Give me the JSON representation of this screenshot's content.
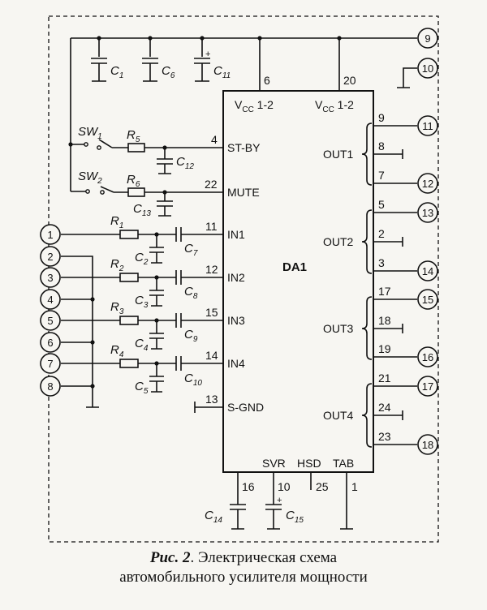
{
  "chip": {
    "name": "DA1",
    "vcc_left": "V",
    "vcc_left_sub": "CC",
    "vcc_left_rest": " 1-2",
    "vcc_right": "V",
    "vcc_right_sub": "CC",
    "vcc_right_rest": " 1-2",
    "pin_labels": {
      "stby": "ST-BY",
      "mute": "MUTE",
      "in1": "IN1",
      "in2": "IN2",
      "in3": "IN3",
      "in4": "IN4",
      "sgnd": "S-GND",
      "out1": "OUT1",
      "out2": "OUT2",
      "out3": "OUT3",
      "out4": "OUT4",
      "svr": "SVR",
      "hsd": "HSD",
      "tab": "TAB"
    },
    "pin_numbers": {
      "p6": "6",
      "p20": "20",
      "p4": "4",
      "p22": "22",
      "p11": "11",
      "p12": "12",
      "p15": "15",
      "p14": "14",
      "p13": "13",
      "p9": "9",
      "p8": "8",
      "p7": "7",
      "p5": "5",
      "p2": "2",
      "p3": "3",
      "p17": "17",
      "p18": "18",
      "p19": "19",
      "p21": "21",
      "p24": "24",
      "p23": "23",
      "p16": "16",
      "p10": "10",
      "p25": "25",
      "p1": "1"
    }
  },
  "components": {
    "c1": "C",
    "c1_sub": "1",
    "c6": "C",
    "c6_sub": "6",
    "c11": "C",
    "c11_sub": "11",
    "c12": "C",
    "c12_sub": "12",
    "c13": "C",
    "c13_sub": "13",
    "c2": "C",
    "c2_sub": "2",
    "c3": "C",
    "c3_sub": "3",
    "c4": "C",
    "c4_sub": "4",
    "c5": "C",
    "c5_sub": "5",
    "c7": "C",
    "c7_sub": "7",
    "c8": "C",
    "c8_sub": "8",
    "c9": "C",
    "c9_sub": "9",
    "c10": "C",
    "c10_sub": "10",
    "c14": "C",
    "c14_sub": "14",
    "c15": "C",
    "c15_sub": "15",
    "r1": "R",
    "r1_sub": "1",
    "r2": "R",
    "r2_sub": "2",
    "r3": "R",
    "r3_sub": "3",
    "r4": "R",
    "r4_sub": "4",
    "r5": "R",
    "r5_sub": "5",
    "r6": "R",
    "r6_sub": "6",
    "sw1": "SW",
    "sw1_sub": "1",
    "sw2": "SW",
    "sw2_sub": "2",
    "plus": "+"
  },
  "connector": {
    "left": [
      "1",
      "2",
      "3",
      "4",
      "5",
      "6",
      "7",
      "8"
    ],
    "right": [
      "9",
      "10",
      "11",
      "12",
      "13",
      "14",
      "15",
      "16",
      "17",
      "18"
    ]
  },
  "caption": {
    "fig": "Рис. 2",
    "line1_rest": ". Электрическая схема",
    "line2": "автомобильного усилителя мощности"
  }
}
